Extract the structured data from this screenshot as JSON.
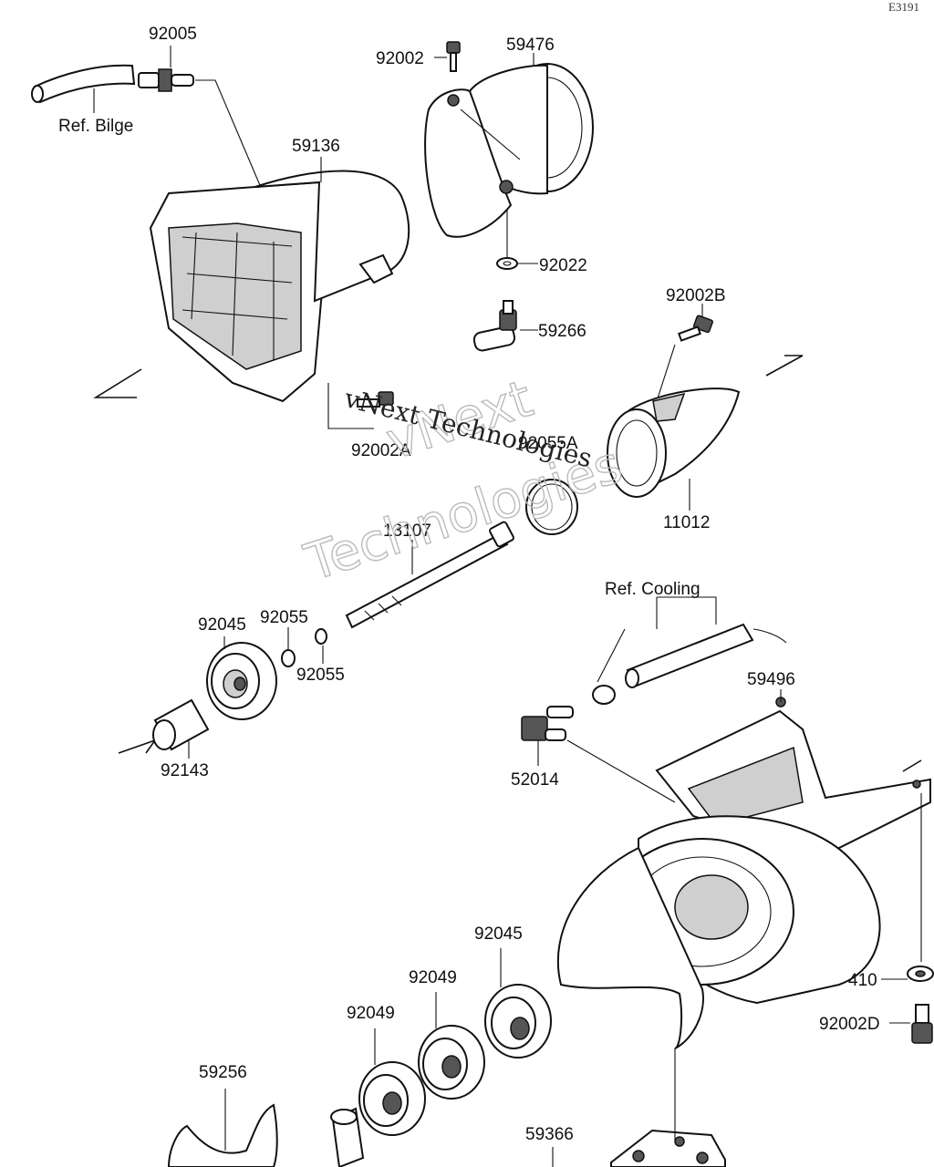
{
  "diagram": {
    "corner_code": "E3191",
    "parts": [
      {
        "id": "p-92005",
        "label": "92005"
      },
      {
        "id": "p-ref-bilge",
        "label": "Ref. Bilge"
      },
      {
        "id": "p-92002",
        "label": "92002"
      },
      {
        "id": "p-59476",
        "label": "59476"
      },
      {
        "id": "p-59136",
        "label": "59136"
      },
      {
        "id": "p-92022",
        "label": "92022"
      },
      {
        "id": "p-92002b",
        "label": "92002B"
      },
      {
        "id": "p-59266",
        "label": "59266"
      },
      {
        "id": "p-92002a",
        "label": "92002A"
      },
      {
        "id": "p-92055a",
        "label": "92055A"
      },
      {
        "id": "p-11012",
        "label": "11012"
      },
      {
        "id": "p-13107",
        "label": "13107"
      },
      {
        "id": "p-ref-cooling",
        "label": "Ref. Cooling"
      },
      {
        "id": "p-92045-top",
        "label": "92045"
      },
      {
        "id": "p-92055-a",
        "label": "92055"
      },
      {
        "id": "p-92055-b",
        "label": "92055"
      },
      {
        "id": "p-59496",
        "label": "59496"
      },
      {
        "id": "p-92143",
        "label": "92143"
      },
      {
        "id": "p-52014",
        "label": "52014"
      },
      {
        "id": "p-92045-bottom",
        "label": "92045"
      },
      {
        "id": "p-92049-right",
        "label": "92049"
      },
      {
        "id": "p-92049-left",
        "label": "92049"
      },
      {
        "id": "p-410",
        "label": "410"
      },
      {
        "id": "p-92002d",
        "label": "92002D"
      },
      {
        "id": "p-59256",
        "label": "59256"
      },
      {
        "id": "p-59366",
        "label": "59366"
      }
    ],
    "watermark": {
      "outline_line1": "vNext",
      "outline_line2": "Technologies",
      "overlay_text": "vNext Technologies"
    }
  }
}
